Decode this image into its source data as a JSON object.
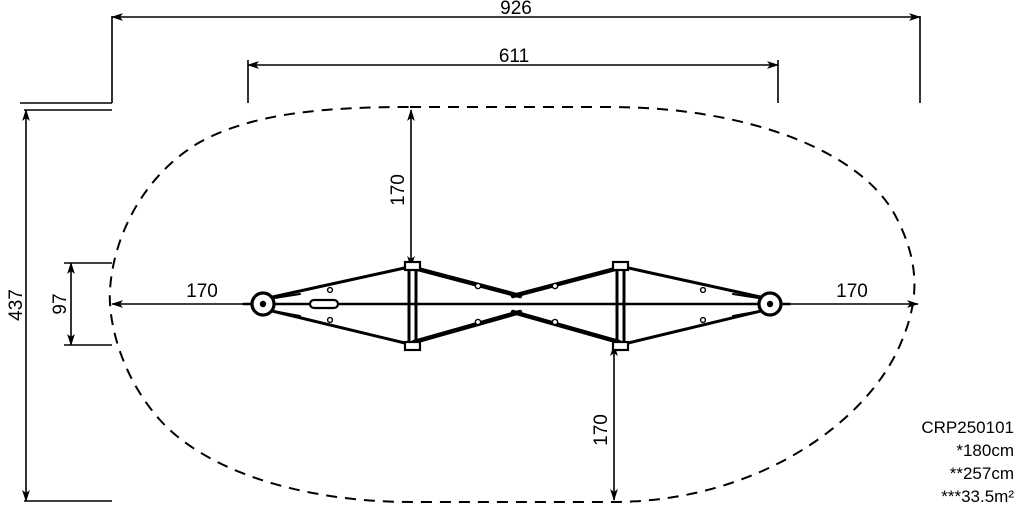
{
  "drawing": {
    "title": "Parasol plan view dimension drawing",
    "units_note": "cm",
    "dimensions": {
      "overall_width": "926",
      "span_width": "611",
      "overall_depth": "437",
      "hub_offset_depth": "97",
      "left_overhang": "170",
      "right_overhang": "170",
      "top_overhang": "170",
      "bottom_overhang": "170"
    },
    "labels": {
      "dim_926": "926",
      "dim_611": "611",
      "dim_437": "437",
      "dim_97": "97",
      "dim_170_left": "170",
      "dim_170_right": "170",
      "dim_170_top": "170",
      "dim_170_bottom": "170"
    },
    "product_info": {
      "code": "CRP250101",
      "spec_one": "*180cm",
      "spec_two": "**257cm",
      "spec_three": "***33.5m²"
    },
    "colors": {
      "line": "#000000",
      "background": "#ffffff",
      "fill": "#ffffff"
    },
    "geometry": {
      "canopy_style": "dashed-stadium-oval",
      "frame_style": "double-cantilever-scissor",
      "left_hub": "circular-anchor-hub",
      "right_hub": "circular-anchor-hub",
      "center_post_left": "vertical-mast",
      "center_post_right": "vertical-mast"
    }
  }
}
